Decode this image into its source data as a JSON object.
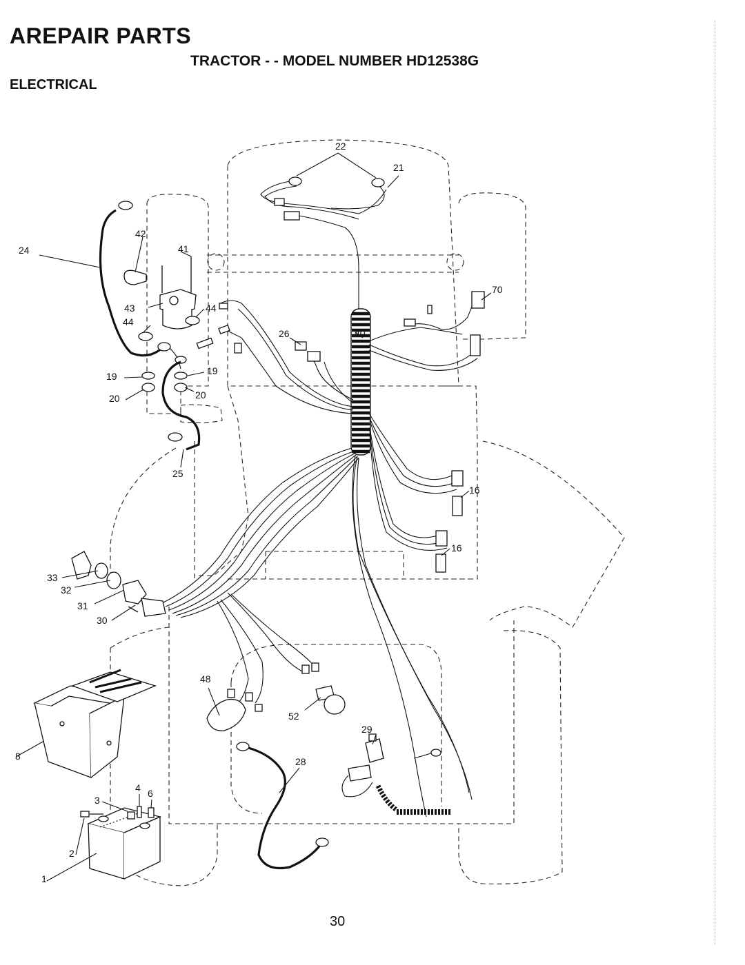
{
  "header": {
    "title": "AREPAIR PARTS",
    "subtitle": "TRACTOR - - MODEL NUMBER HD12538G",
    "section": "ELECTRICAL"
  },
  "page_number": "30",
  "callouts": [
    "1",
    "2",
    "3",
    "4",
    "6",
    "8",
    "16",
    "16",
    "19",
    "19",
    "20",
    "20",
    "21",
    "22",
    "24",
    "25",
    "26",
    "28",
    "29",
    "30",
    "31",
    "32",
    "33",
    "40",
    "41",
    "42",
    "43",
    "44",
    "44",
    "48",
    "52",
    "70"
  ],
  "colors": {
    "ink": "#111111",
    "paper": "#ffffff"
  }
}
